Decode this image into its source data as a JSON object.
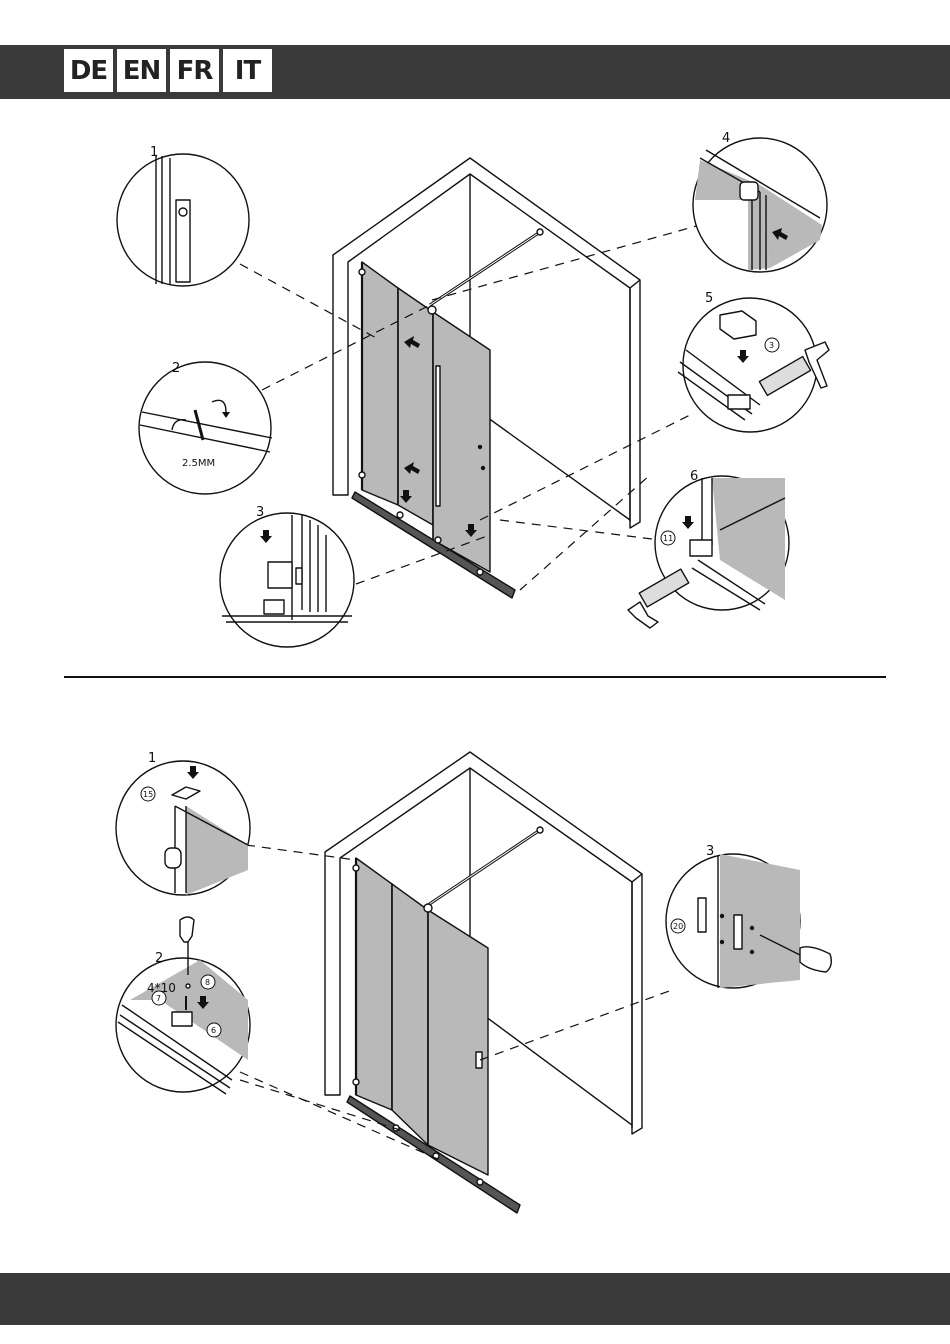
{
  "header": {
    "languages": [
      "DE",
      "EN",
      "FR",
      "IT"
    ]
  },
  "section_a": {
    "callout_numbers": [
      "1",
      "2",
      "3",
      "4",
      "5",
      "6"
    ],
    "callout2_label": "2.5MM",
    "part_numbers": {
      "cap": "3",
      "clip": "11"
    }
  },
  "section_b": {
    "callout_numbers": [
      "1",
      "2",
      "3"
    ],
    "screw_size": "4*10",
    "part_numbers": {
      "cover": "15",
      "screw": "7",
      "washer": "8",
      "clip": "6",
      "handle": "20"
    }
  },
  "colors": {
    "bars": "#3a3a3a",
    "glass": "#b9b9b9",
    "line": "#111111"
  }
}
